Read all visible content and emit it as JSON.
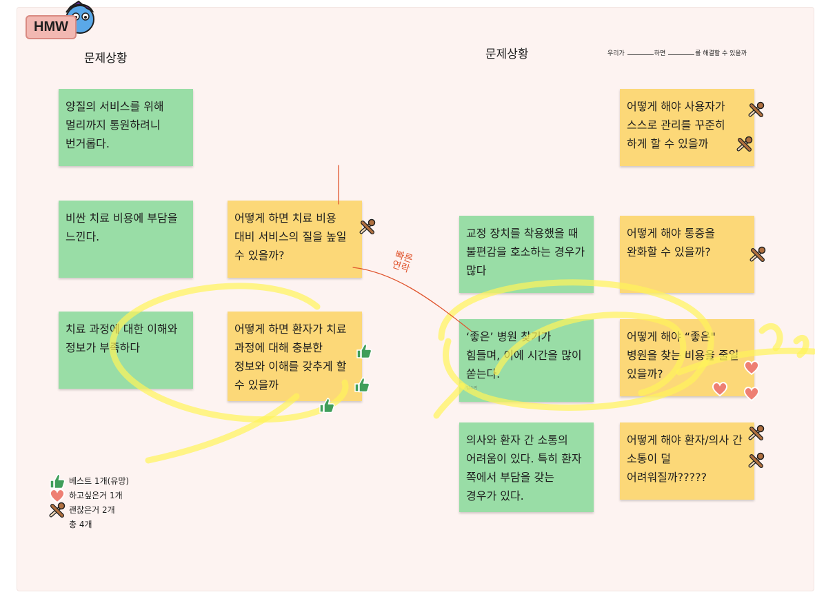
{
  "board": {
    "tag": "HMW",
    "heading_left": "문제상황",
    "heading_right": "문제상황",
    "template": {
      "part1": "우리가",
      "part2": "하면",
      "part3": "를 해결할 수 있을까"
    },
    "notes": [
      {
        "id": "n1",
        "color": "green",
        "text": "양질의 서비스를 위해 멀리까지 통원하려니 번거롭다."
      },
      {
        "id": "n2",
        "color": "green",
        "text": "비싼 치료 비용에 부담을 느낀다."
      },
      {
        "id": "n3",
        "color": "yellow",
        "text": "어떻게 하면 치료 비용 대비 서비스의 질을 높일 수 있을까?"
      },
      {
        "id": "n4",
        "color": "green",
        "text": "치료 과정에 대한 이해와 정보가 부족하다"
      },
      {
        "id": "n5",
        "color": "yellow",
        "text": "어떻게 하면 환자가 치료 과정에 대해 충분한 정보와 이해를 갖추게 할 수 있을까"
      },
      {
        "id": "n6",
        "color": "yellow",
        "text": "어떻게 해야 사용자가 스스로 관리를 꾸준히 하게 할 수 있을까"
      },
      {
        "id": "n7",
        "color": "green",
        "text": "교정 장치를 착용했을 때 불편감을 호소하는 경우가 많다"
      },
      {
        "id": "n8",
        "color": "yellow",
        "text": "어떻게 해야 통증을 완화할 수 있을까?"
      },
      {
        "id": "n9",
        "color": "green",
        "text": "‘좋은’ 병원 찾기가 힘들며, 이에 시간을 많이 쏟는다.",
        "author": "임수민"
      },
      {
        "id": "n10",
        "color": "yellow",
        "text": "어떻게 해야 “좋은\" 병원을 찾는 비용을 줄일 있을까?"
      },
      {
        "id": "n11",
        "color": "green",
        "text": "의사와 환자 간 소통의 어려움이 있다. 특히 환자 쪽에서 부담을 갖는 경우가 있다."
      },
      {
        "id": "n12",
        "color": "yellow",
        "text": "어떻게 해야 환자/의사 간 소통이 덜 어려워질까?????"
      }
    ],
    "handwriting": "빠른 연락",
    "legend": {
      "items": [
        {
          "icon": "thumbs-up-icon",
          "label": "베스트 1개(유망)"
        },
        {
          "icon": "heart-icon",
          "label": "하고싶은거 1개"
        },
        {
          "icon": "pin-icon",
          "label": "괜찮은거 2개"
        }
      ],
      "total": "총 4개"
    }
  },
  "colors": {
    "board_bg": "#fdf3f1",
    "green_note": "#99dda6",
    "yellow_note": "#fcd878",
    "highlight": "#fff45a",
    "pen_red": "#e0552e",
    "thumb": "#3f9e5a",
    "heart": "#ee7f73",
    "pin": "#b07040"
  }
}
